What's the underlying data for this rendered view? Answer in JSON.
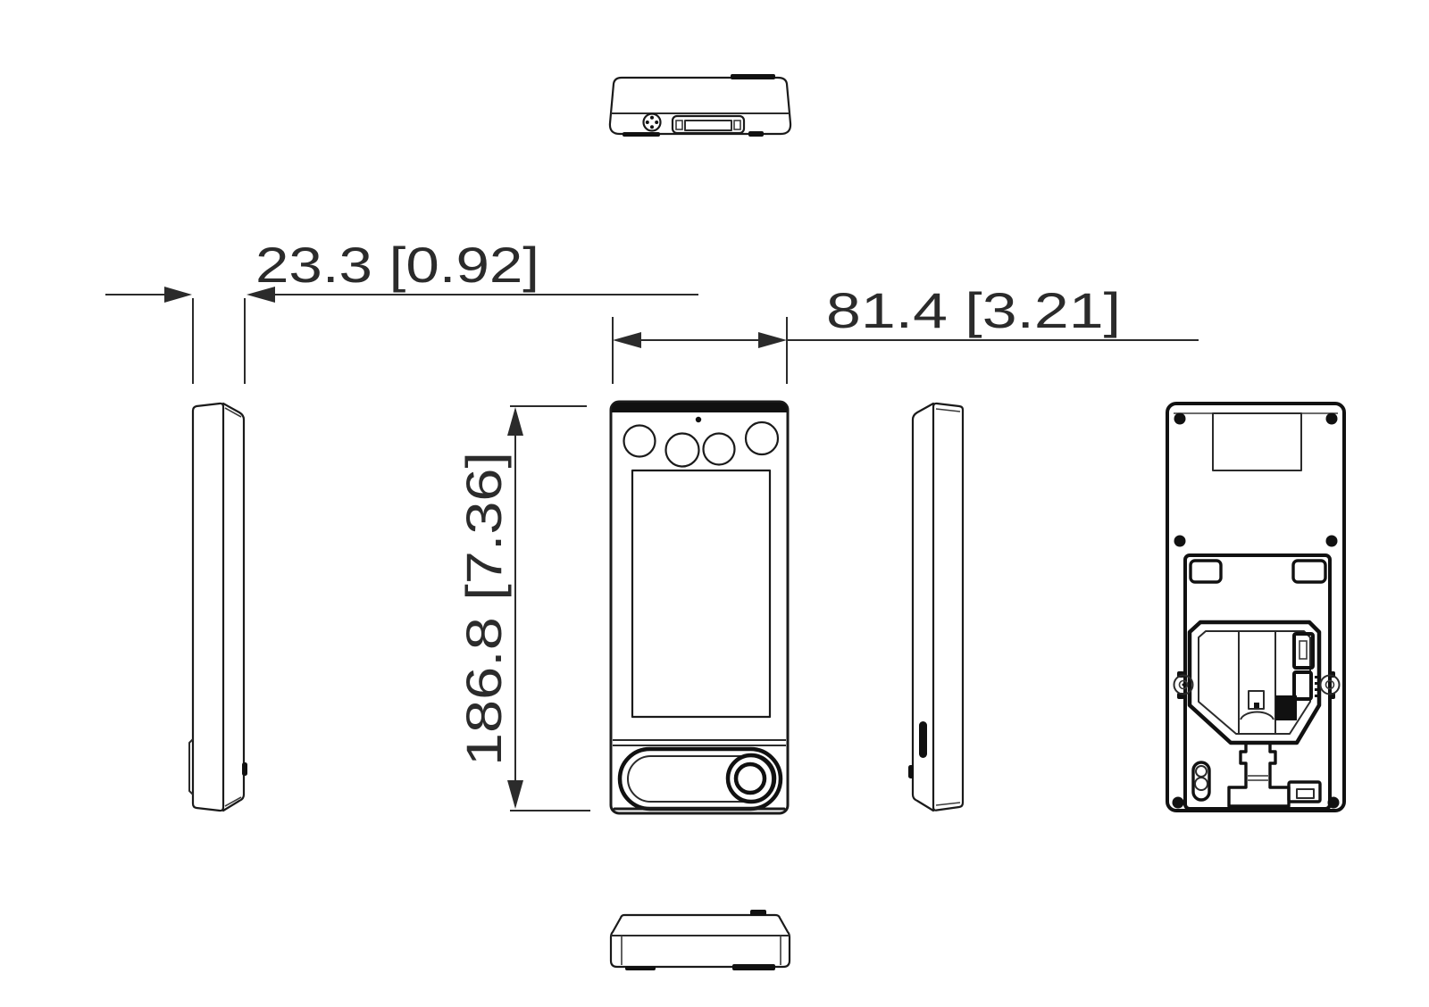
{
  "drawing": {
    "dimensions": {
      "depth_label": "23.3 [0.92]",
      "width_label": "81.4 [3.21]",
      "height_label": "186.8 [7.36]"
    },
    "colors": {
      "line": "#1a1a1a",
      "dimension": "#2b2b2b",
      "background": "#ffffff"
    }
  }
}
